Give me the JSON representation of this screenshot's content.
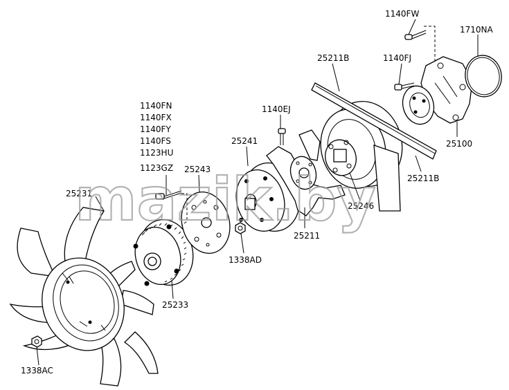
{
  "watermark": "mazik.by",
  "labels": {
    "p1140FW": "1140FW",
    "p1710NA": "1710NA",
    "p25211B_top": "25211B",
    "p1140FJ": "1140FJ",
    "p1140FN": "1140FN",
    "p1140FX": "1140FX",
    "p1140FY": "1140FY",
    "p1140FS": "1140FS",
    "p1123HU": "1123HU",
    "p1123GZ": "1123GZ",
    "p1140EJ": "1140EJ",
    "p25241": "25241",
    "p25243": "25243",
    "p25231": "25231",
    "p25100": "25100",
    "p25211B_right": "25211B",
    "p25246": "25246",
    "p25211": "25211",
    "p1338AD": "1338AD",
    "p25233": "25233",
    "p1338AC": "1338AC"
  }
}
